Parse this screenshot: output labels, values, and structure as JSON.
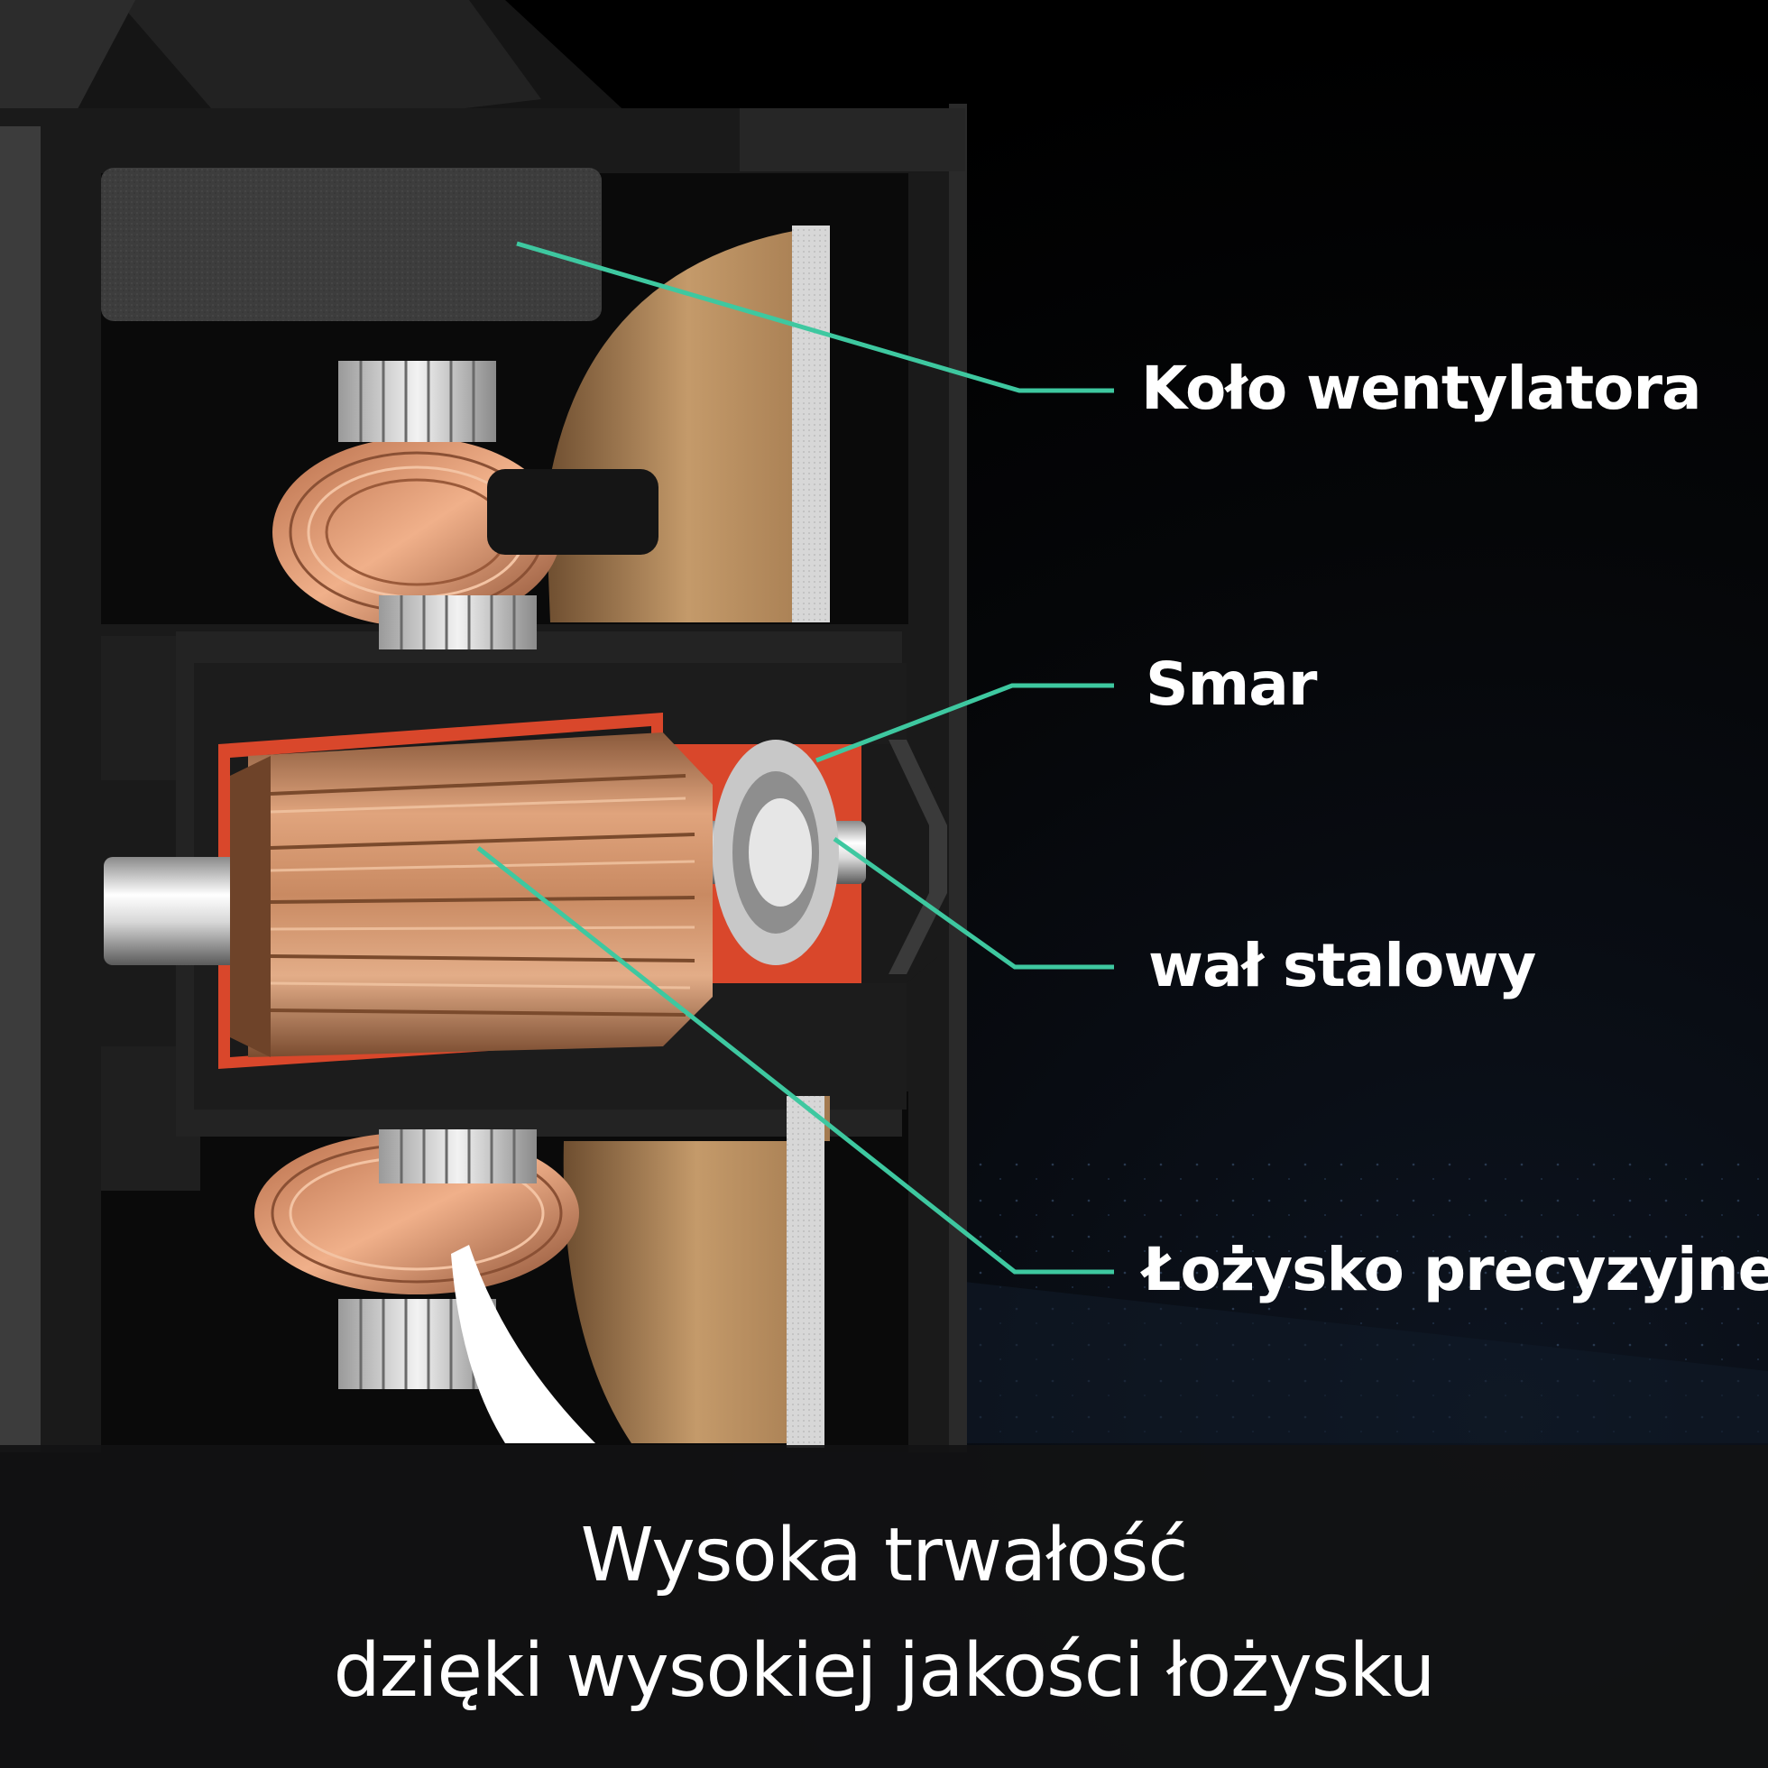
{
  "callouts": {
    "fan_wheel": "Koło wentylatora",
    "grease": "Smar",
    "steel_shaft": "wał stalowy",
    "precision_bearing": "Łożysko precyzyjne"
  },
  "caption": {
    "line1": "Wysoka trwałość",
    "line2": "dzięki wysokiej jakości łożysku"
  },
  "colors": {
    "leader_line": "#3ec8a0",
    "grease": "#d9472b",
    "copper": "#c98a62",
    "fan_wheel": "#b98d5f",
    "housing": "#1e1e1e",
    "label_text": "#ffffff"
  }
}
